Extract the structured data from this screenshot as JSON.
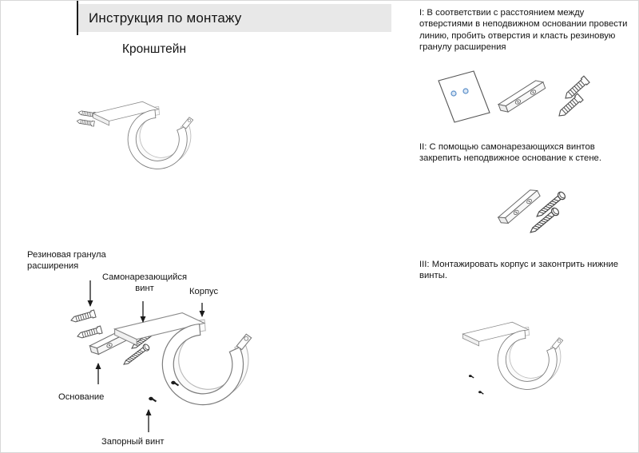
{
  "header": {
    "title": "Инструкция по монтажу"
  },
  "subtitle": "Кронштейн",
  "diagram_labels": {
    "dowel": "Резиновая гранула расширения",
    "screw": "Самонарезающийся винт",
    "body": "Корпус",
    "base": "Основание",
    "lock_screw": "Запорный винт"
  },
  "steps": [
    {
      "text": "I: В соответствии с расстоянием между отверстиями в неподвижном основании провести линию, пробить отверстия и класть резиновую гранулу расширения"
    },
    {
      "text": "II: С помощью самонарезающихся винтов закрепить неподвижное основание к стене."
    },
    {
      "text": "III: Монтажировать корпус и законтрить нижние винты."
    }
  ],
  "colors": {
    "hole_accent": "#5b8fc9",
    "line_art": "#7d7d7d",
    "header_bg": "#e8e8e8"
  }
}
